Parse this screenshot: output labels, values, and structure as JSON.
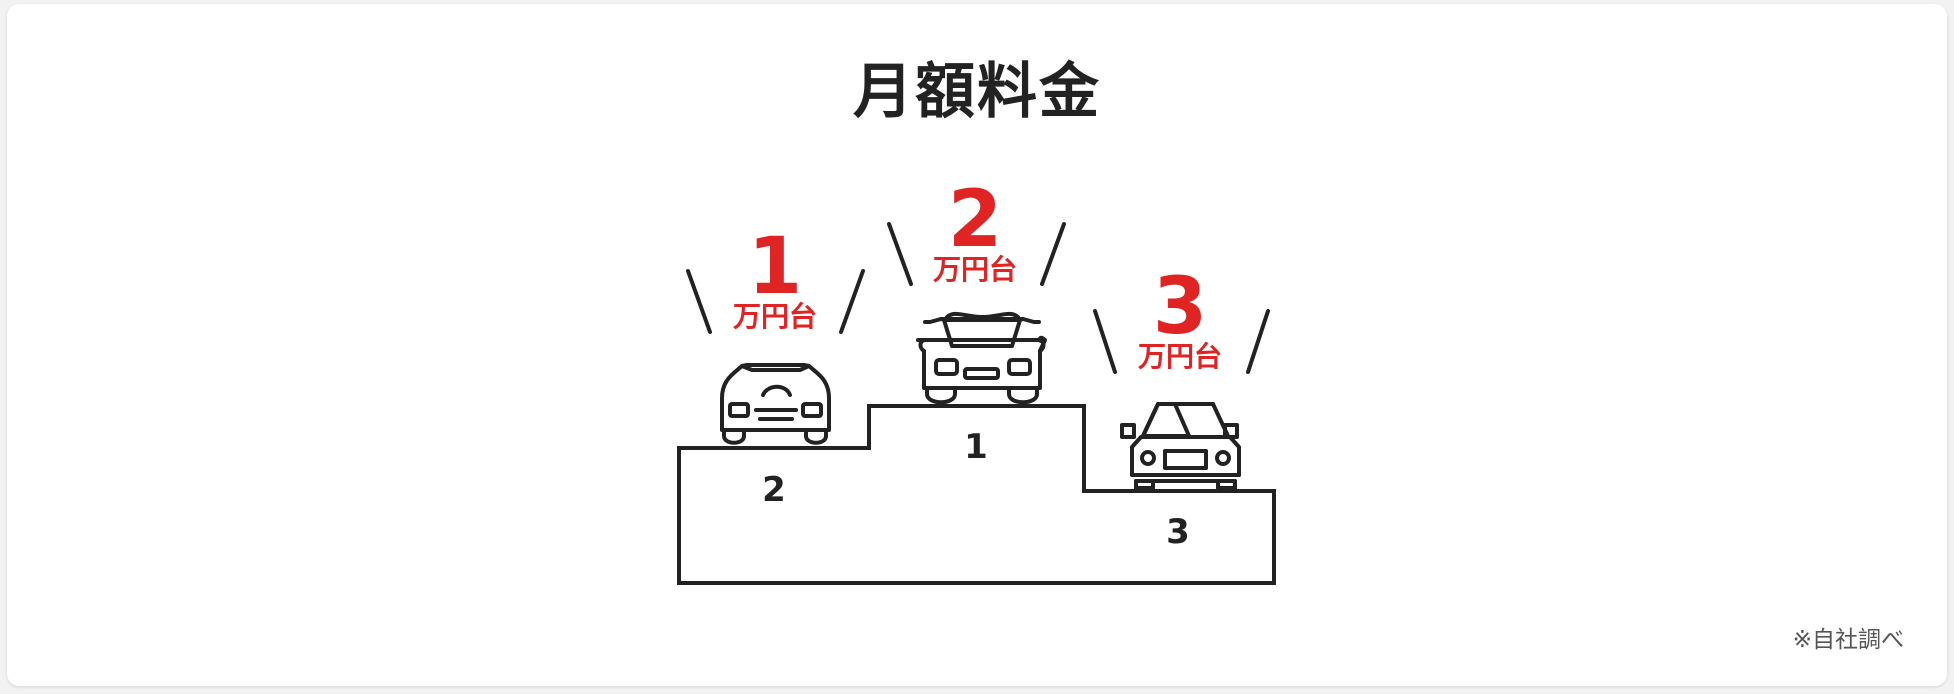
{
  "title": "月額料金",
  "note": "※自社調べ",
  "ranks": [
    {
      "rank": "2",
      "price_num": "1",
      "price_unit": "万円台"
    },
    {
      "rank": "1",
      "price_num": "2",
      "price_unit": "万円台"
    },
    {
      "rank": "3",
      "price_num": "3",
      "price_unit": "万円台"
    }
  ],
  "colors": {
    "accent": "#e02424",
    "text": "#222222",
    "note": "#555555"
  },
  "icons": [
    "car-icon",
    "car-icon",
    "car-icon"
  ]
}
